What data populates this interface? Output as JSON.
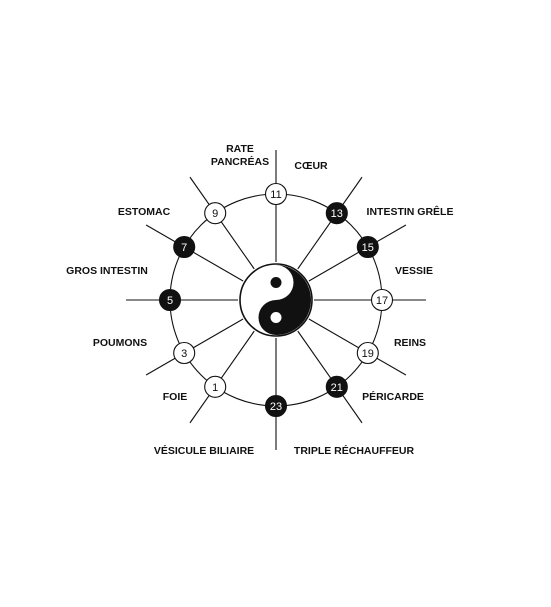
{
  "colors": {
    "ink": "#111111",
    "paper": "#ffffff"
  },
  "center_symbol": "yin-yang-icon",
  "organs": [
    {
      "id": "rate-pancreas",
      "label_lines": [
        "RATE",
        "PANCRÉAS"
      ],
      "hour": "9",
      "filled": false
    },
    {
      "id": "coeur",
      "label_lines": [
        "CŒUR"
      ],
      "hour": "11",
      "filled": false
    },
    {
      "id": "intestin-grele",
      "label_lines": [
        "INTESTIN GRÊLE"
      ],
      "hour": "13",
      "filled": true
    },
    {
      "id": "vessie",
      "label_lines": [
        "VESSIE"
      ],
      "hour": "15",
      "filled": true
    },
    {
      "id": "reins",
      "label_lines": [
        "REINS"
      ],
      "hour": "17",
      "filled": false
    },
    {
      "id": "pericarde",
      "label_lines": [
        "PÉRICARDE"
      ],
      "hour": "19",
      "filled": false
    },
    {
      "id": "triple-rechauffeur",
      "label_lines": [
        "TRIPLE RÉCHAUFFEUR"
      ],
      "hour": "21",
      "filled": true
    },
    {
      "id": "vesicule-biliaire",
      "label_lines": [
        "VÉSICULE BILIAIRE"
      ],
      "hour": "23",
      "filled": true
    },
    {
      "id": "foie",
      "label_lines": [
        "FOIE"
      ],
      "hour": "1",
      "filled": false
    },
    {
      "id": "poumons",
      "label_lines": [
        "POUMONS"
      ],
      "hour": "3",
      "filled": false
    },
    {
      "id": "gros-intestin",
      "label_lines": [
        "GROS INTESTIN"
      ],
      "hour": "5",
      "filled": true
    },
    {
      "id": "estomac",
      "label_lines": [
        "ESTOMAC"
      ],
      "hour": "7",
      "filled": true
    }
  ]
}
